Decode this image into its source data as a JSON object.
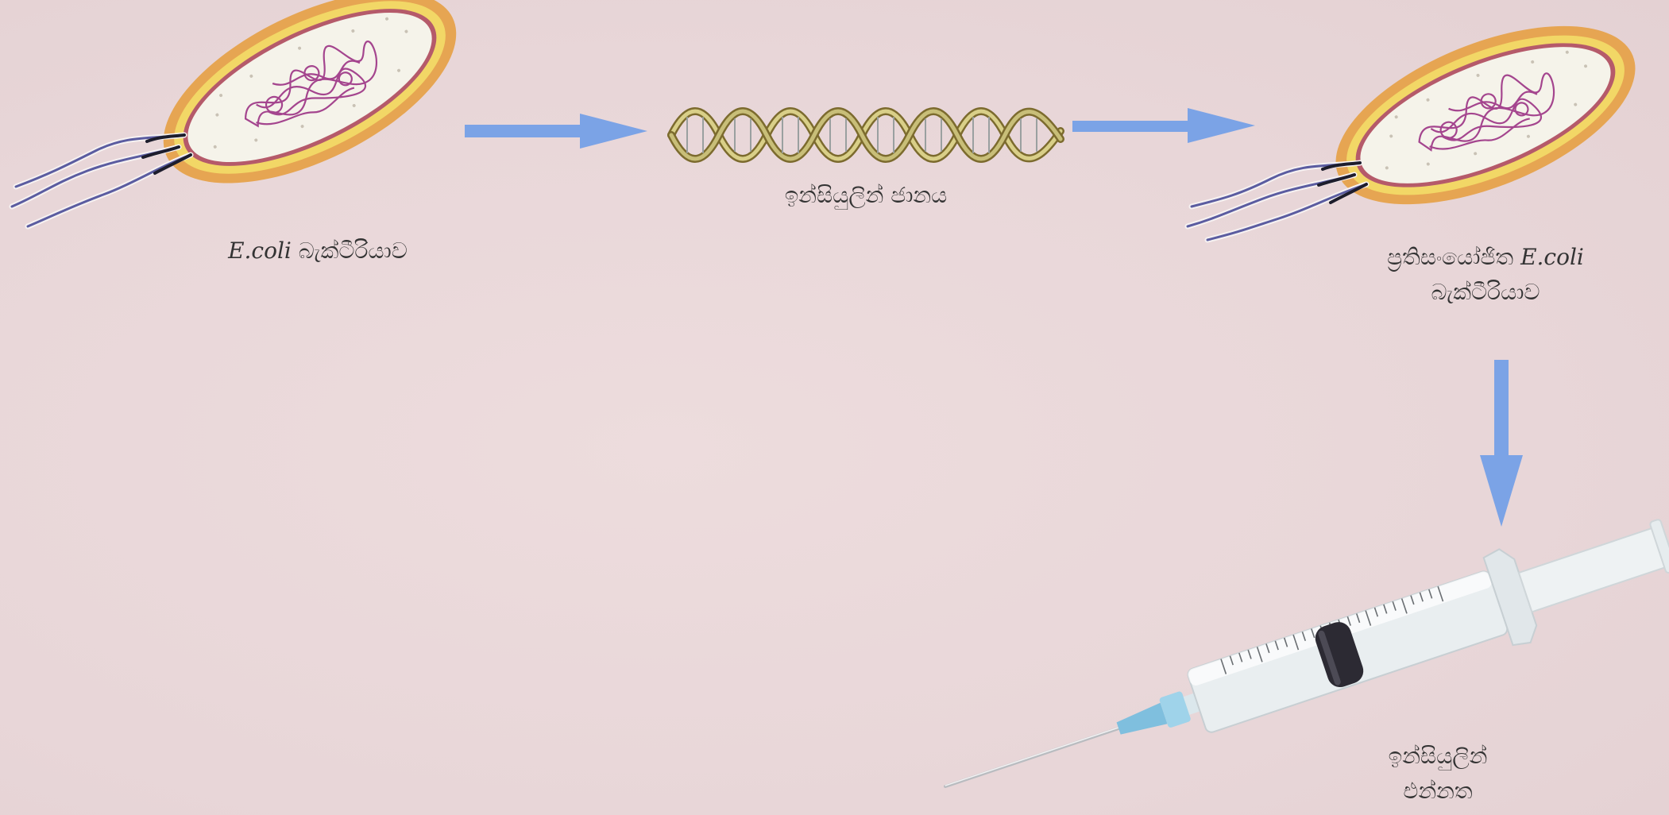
{
  "colors": {
    "background": "#ead9da",
    "arrow": "#7ba3e6",
    "bacterium_wall": "#e6a552",
    "bacterium_membrane": "#f2d766",
    "bacterium_inner_edge": "#b55a6a",
    "cytoplasm": "#f5f3ea",
    "dna_strand": "#a4458e",
    "helix_strand": "#b6a64c",
    "syringe_liquid": "#2c2a33",
    "needle_hub": "#7fbfde"
  },
  "labels": {
    "ecoli_italic": "E.coli",
    "ecoli_rest": " බැක්ටීරියාව",
    "insulin_gene": "ඉන්සියුලින් ජානය",
    "recombinant_line1_prefix": "ප්‍රතිසංයෝජිත ",
    "recombinant_line1_italic": "E.coli",
    "recombinant_line2": "බැක්ටීරියාව",
    "injection_line1": "ඉන්සියුලින්",
    "injection_line2": "එන්නත"
  },
  "icons": {
    "bacterium_left": "bacterium-icon",
    "dna_helix": "dna-helix-icon",
    "bacterium_right": "recombinant-bacterium-icon",
    "syringe": "syringe-icon"
  }
}
